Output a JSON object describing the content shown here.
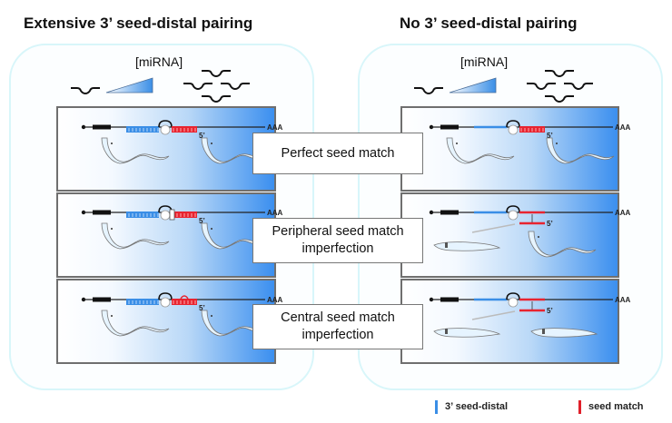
{
  "panels": {
    "left": {
      "title": "Extensive 3’ seed-distal pairing",
      "mirna_label": "[miRNA]"
    },
    "right": {
      "title": "No 3’ seed-distal pairing",
      "mirna_label": "[miRNA]"
    }
  },
  "conditions": [
    {
      "label": "Perfect seed match",
      "left_phenotype": "normal",
      "right_phenotype": "normal"
    },
    {
      "label": "Peripheral seed match imperfection",
      "left_phenotype": "normal",
      "right_phenotype": "one defective"
    },
    {
      "label": "Central seed match imperfection",
      "left_phenotype": "normal",
      "right_phenotype": "both defective"
    }
  ],
  "mrna": {
    "polyA_label": "AAA",
    "five_prime_label": "5’"
  },
  "legend": [
    {
      "label": "3’ seed-distal",
      "color": "#3a8ee6"
    },
    {
      "label": "seed match",
      "color": "#e0202a"
    }
  ],
  "colors": {
    "blue": "#3a8ee6",
    "red": "#e82430",
    "panel_border": "#d8f6fa"
  }
}
